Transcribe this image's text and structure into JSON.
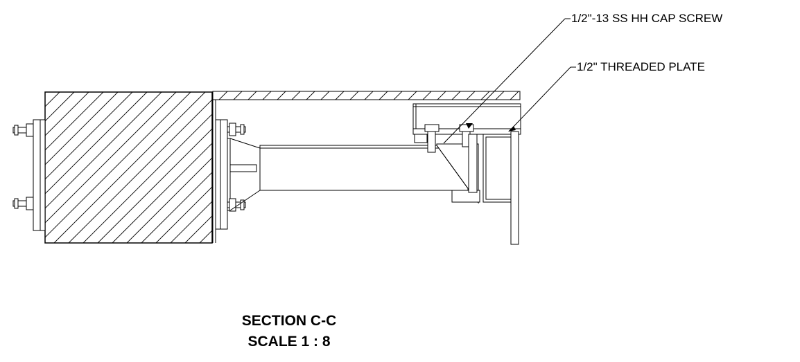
{
  "callouts": {
    "cap_screw": "1/2\"-13 SS HH CAP SCREW",
    "threaded_plate": "1/2\" THREADED PLATE"
  },
  "section": {
    "title": "SECTION C-C",
    "scale": "SCALE 1 : 8"
  },
  "colors": {
    "line": "#000000",
    "background": "#ffffff"
  }
}
